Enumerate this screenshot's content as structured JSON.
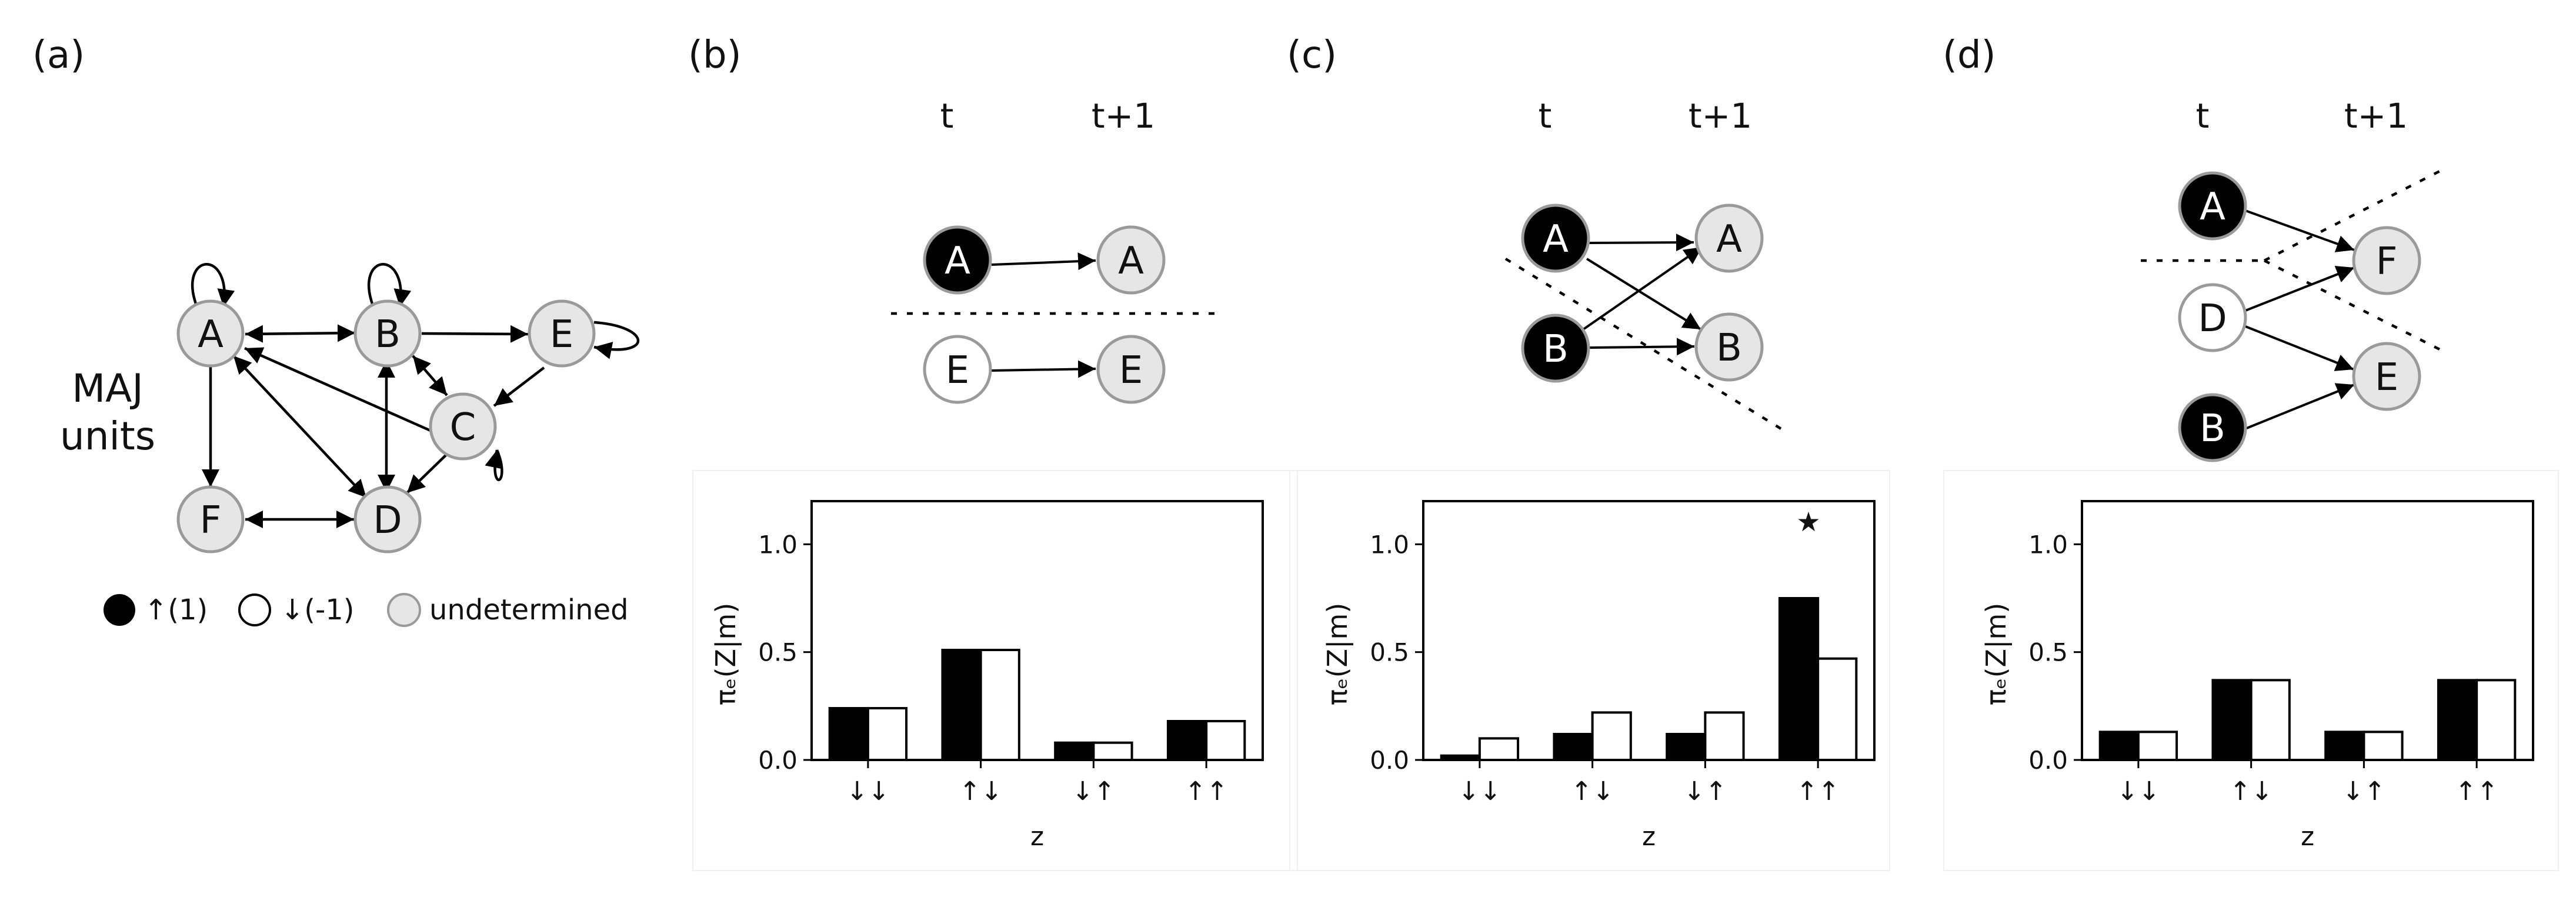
{
  "panel_a": {
    "label": "(a)",
    "side_label_line1": "MAJ",
    "side_label_line2": "units",
    "nodes": [
      {
        "id": "A",
        "label": "A",
        "state": "undetermined"
      },
      {
        "id": "B",
        "label": "B",
        "state": "undetermined"
      },
      {
        "id": "E",
        "label": "E",
        "state": "undetermined"
      },
      {
        "id": "C",
        "label": "C",
        "state": "undetermined"
      },
      {
        "id": "F",
        "label": "F",
        "state": "undetermined"
      },
      {
        "id": "D",
        "label": "D",
        "state": "undetermined"
      }
    ],
    "legend": {
      "up": "↑(1)",
      "down": "↓(-1)",
      "undetermined": "undetermined"
    }
  },
  "panel_b": {
    "label": "(b)",
    "col_t": "t",
    "col_t1": "t+1",
    "nodes_t": [
      {
        "label": "A",
        "state": "up"
      },
      {
        "label": "E",
        "state": "down"
      }
    ],
    "nodes_t1": [
      {
        "label": "A"
      },
      {
        "label": "E"
      }
    ]
  },
  "panel_c": {
    "label": "(c)",
    "col_t": "t",
    "col_t1": "t+1",
    "nodes_t": [
      {
        "label": "A",
        "state": "up"
      },
      {
        "label": "B",
        "state": "up"
      }
    ],
    "nodes_t1": [
      {
        "label": "A"
      },
      {
        "label": "B"
      }
    ],
    "star": "★"
  },
  "panel_d": {
    "label": "(d)",
    "col_t": "t",
    "col_t1": "t+1",
    "nodes_t": [
      {
        "label": "A",
        "state": "up"
      },
      {
        "label": "D",
        "state": "down"
      },
      {
        "label": "B",
        "state": "up"
      }
    ],
    "nodes_t1": [
      {
        "label": "F"
      },
      {
        "label": "E"
      }
    ]
  },
  "colors": {
    "up": "#000000",
    "down": "#ffffff",
    "undetermined": "#e6e6e6",
    "node_stroke": "#9a9a9a"
  },
  "chart_data": [
    {
      "type": "bar",
      "panel": "b",
      "categories": [
        "↓↓",
        "↑↓",
        "↓↑",
        "↑↑"
      ],
      "series": [
        {
          "color": "#000000",
          "values": [
            0.24,
            0.51,
            0.08,
            0.18
          ]
        },
        {
          "color": "#ffffff",
          "values": [
            0.24,
            0.51,
            0.08,
            0.18
          ]
        }
      ],
      "xlabel": "z",
      "ylabel": "πₑ(Z|m)",
      "ylim": [
        0,
        1.2
      ],
      "yticks": [
        "0.0",
        "0.5",
        "1.0"
      ]
    },
    {
      "type": "bar",
      "panel": "c",
      "categories": [
        "↓↓",
        "↑↓",
        "↓↑",
        "↑↑"
      ],
      "series": [
        {
          "color": "#000000",
          "values": [
            0.02,
            0.12,
            0.12,
            0.75
          ]
        },
        {
          "color": "#ffffff",
          "values": [
            0.1,
            0.22,
            0.22,
            0.47
          ]
        }
      ],
      "xlabel": "z",
      "ylabel": "πₑ(Z|m)",
      "ylim": [
        0,
        1.2
      ],
      "yticks": [
        "0.0",
        "0.5",
        "1.0"
      ]
    },
    {
      "type": "bar",
      "panel": "d",
      "categories": [
        "↓↓",
        "↑↓",
        "↓↑",
        "↑↑"
      ],
      "series": [
        {
          "color": "#000000",
          "values": [
            0.13,
            0.37,
            0.13,
            0.37
          ]
        },
        {
          "color": "#ffffff",
          "values": [
            0.13,
            0.37,
            0.13,
            0.37
          ]
        }
      ],
      "xlabel": "z",
      "ylabel": "πₑ(Z|m)",
      "ylim": [
        0,
        1.2
      ],
      "yticks": [
        "0.0",
        "0.5",
        "1.0"
      ]
    }
  ]
}
